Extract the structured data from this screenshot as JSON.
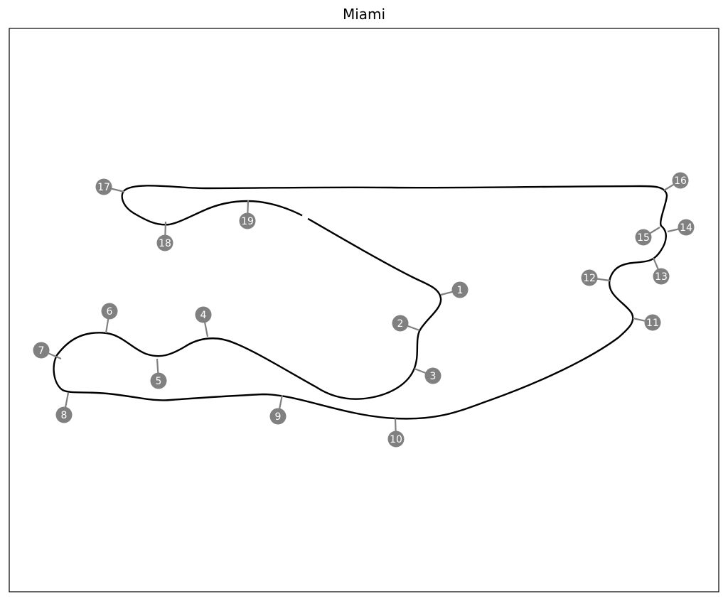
{
  "title": "Miami",
  "colors": {
    "track": "#000000",
    "marker": "#808080",
    "marker_text": "#ffffff"
  },
  "corners": [
    "1",
    "2",
    "3",
    "4",
    "5",
    "6",
    "7",
    "8",
    "9",
    "10",
    "11",
    "12",
    "13",
    "14",
    "15",
    "16",
    "17",
    "18",
    "19"
  ]
}
